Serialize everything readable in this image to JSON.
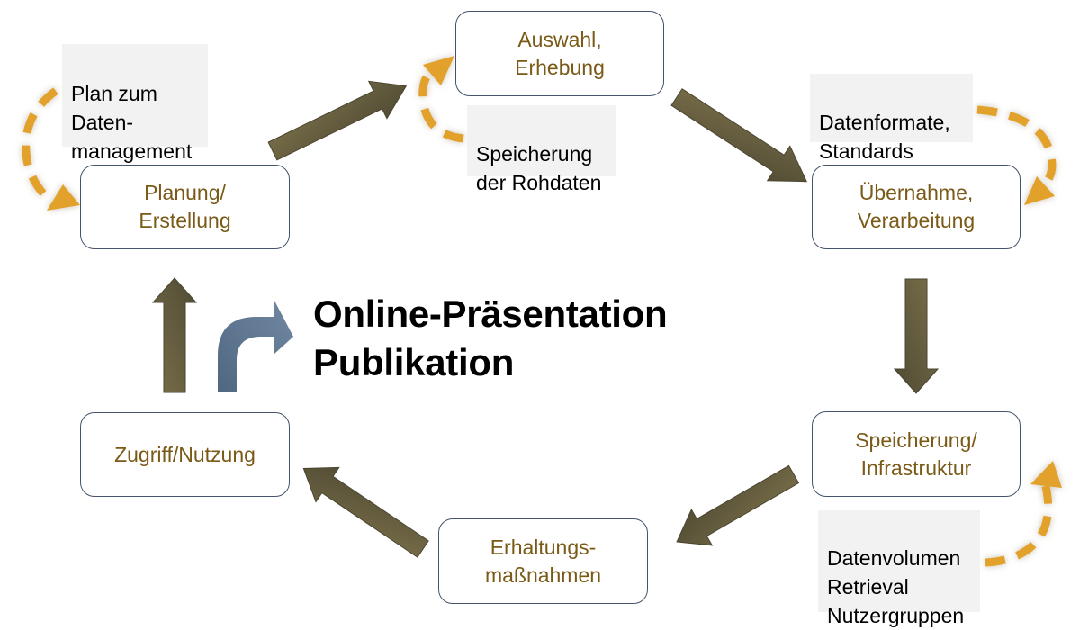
{
  "diagram": {
    "center_title": "Online-Präsentation\nPublikation",
    "nodes": [
      {
        "id": "planung",
        "label": "Planung/\nErstellung"
      },
      {
        "id": "auswahl",
        "label": "Auswahl,\nErhebung"
      },
      {
        "id": "uebernahme",
        "label": "Übernahme,\nVerarbeitung"
      },
      {
        "id": "speicherung",
        "label": "Speicherung/\nInfrastruktur"
      },
      {
        "id": "erhaltung",
        "label": "Erhaltungs-\nmaßnahmen"
      },
      {
        "id": "zugriff",
        "label": "Zugriff/Nutzung"
      }
    ],
    "notes": [
      {
        "id": "plan",
        "label": "Plan zum\nDaten-\nmanagement",
        "points_to": "planung"
      },
      {
        "id": "rohdaten",
        "label": "Speicherung\nder Rohdaten",
        "points_to": "auswahl"
      },
      {
        "id": "formate",
        "label": "Datenformate,\nStandards",
        "points_to": "uebernahme"
      },
      {
        "id": "volumen",
        "label": "Datenvolumen\nRetrieval\nNutzergruppen",
        "points_to": "speicherung"
      }
    ],
    "flow": [
      {
        "from": "planung",
        "to": "auswahl"
      },
      {
        "from": "auswahl",
        "to": "uebernahme"
      },
      {
        "from": "uebernahme",
        "to": "speicherung"
      },
      {
        "from": "speicherung",
        "to": "erhaltung"
      },
      {
        "from": "erhaltung",
        "to": "zugriff"
      },
      {
        "from": "zugriff",
        "to": "planung"
      },
      {
        "from": "zugriff",
        "to": "center_title",
        "style": "branch"
      }
    ],
    "colors": {
      "flow_arrow": "#5e5a40",
      "flow_arrow_light": "#7a6f4a",
      "branch_arrow": "#5f7a95",
      "note_arrow": "#e2a12a",
      "node_text": "#7a5a16",
      "node_border": "#44546a",
      "note_bg": "#f2f2f2"
    }
  }
}
